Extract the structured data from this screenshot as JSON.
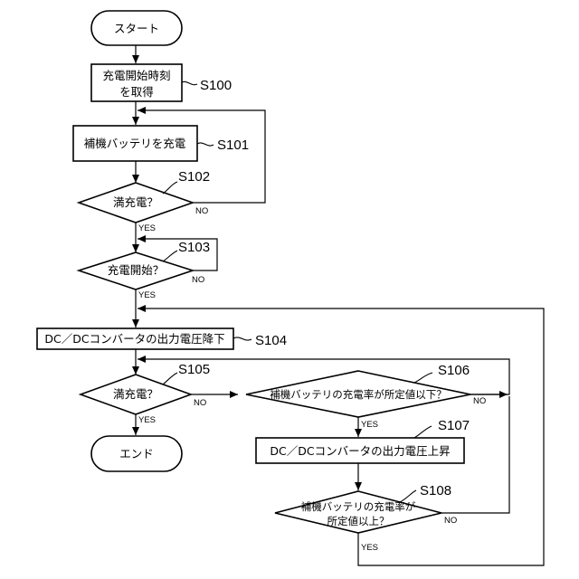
{
  "nodes": {
    "start": {
      "label": "スタート"
    },
    "s100": {
      "line1": "充電開始時刻",
      "line2": "を取得",
      "step": "S100"
    },
    "s101": {
      "label": "補機バッテリを充電",
      "step": "S101"
    },
    "s102": {
      "label": "満充電？",
      "step": "S102"
    },
    "s103": {
      "label": "充電開始？",
      "step": "S103"
    },
    "s104": {
      "label": "DC／DCコンバータの出力電圧降下",
      "step": "S104"
    },
    "s105": {
      "label": "満充電？",
      "step": "S105"
    },
    "s106": {
      "label": "補機バッテリの充電率が所定値以下？",
      "step": "S106"
    },
    "s107": {
      "label": "DC／DCコンバータの出力電圧上昇",
      "step": "S107"
    },
    "s108": {
      "line1": "補機バッテリの充電率が",
      "line2": "所定値以上？",
      "step": "S108"
    },
    "end": {
      "label": "エンド"
    }
  },
  "branch_labels": {
    "s102_yes": "YES",
    "s102_no": "NO",
    "s103_yes": "YES",
    "s103_no": "NO",
    "s105_yes": "YES",
    "s105_no": "NO",
    "s106_yes": "YES",
    "s106_no": "NO",
    "s108_yes": "YES",
    "s108_no": "NO"
  }
}
